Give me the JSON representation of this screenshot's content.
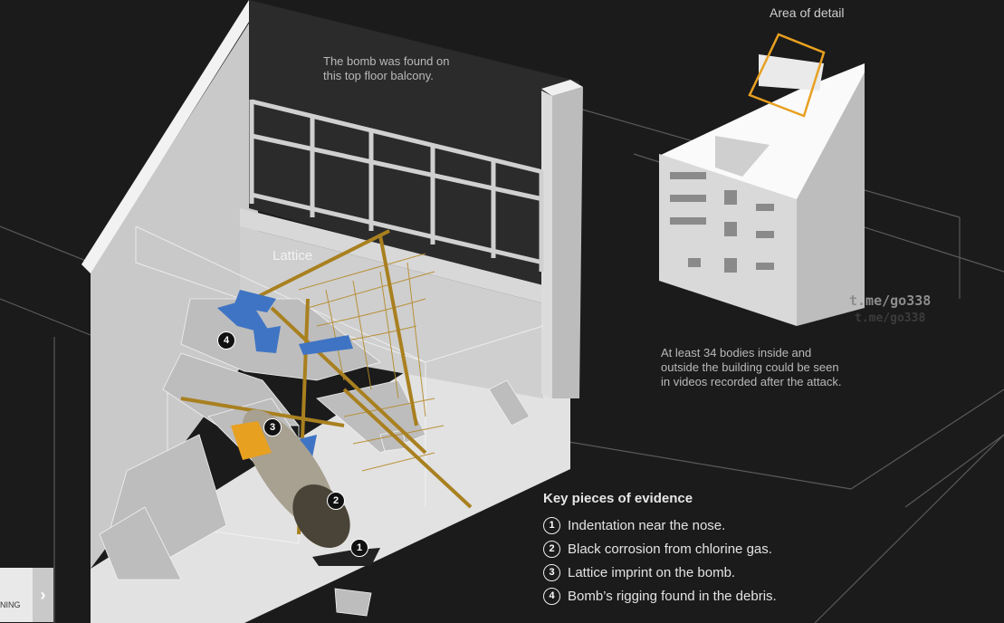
{
  "captions": {
    "top_line1": "The bomb was found on",
    "top_line2": "this top floor balcony.",
    "area": "Area of detail",
    "lattice": "Lattice",
    "bodies_line1": "At least 34 bodies inside and",
    "bodies_line2": "outside the building could be seen",
    "bodies_line3": "in videos recorded after the attack."
  },
  "watermark": {
    "primary": "t.me/go338",
    "echo": "t.me/go338"
  },
  "evidence": {
    "title": "Key pieces of evidence",
    "items": [
      {
        "number": "1",
        "text": "Indentation near the nose."
      },
      {
        "number": "2",
        "text": "Black corrosion from chlorine gas."
      },
      {
        "number": "3",
        "text": "Lattice imprint on the bomb."
      },
      {
        "number": "4",
        "text": "Bomb’s rigging found in the debris."
      }
    ]
  },
  "markers": [
    "1",
    "2",
    "3",
    "4"
  ],
  "nav": {
    "label": "NING",
    "arrow": "›"
  },
  "colors": {
    "background": "#1b1b1b",
    "highlight": "#e8a020",
    "rigging": "#3f74c4",
    "lattice": "#b58a2a"
  }
}
